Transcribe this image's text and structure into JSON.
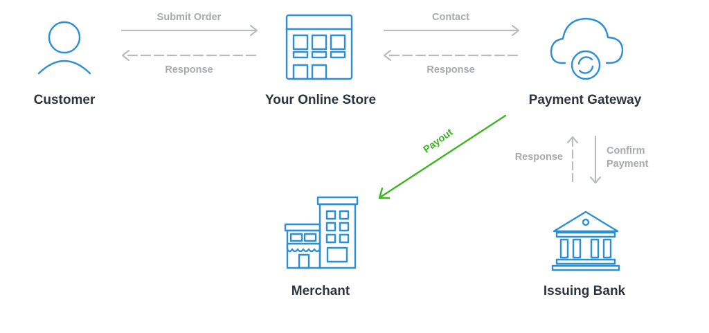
{
  "colors": {
    "icon_blue": "#2a8fd6",
    "arrow_gray": "#b9bcbf",
    "label_gray": "#a6a9ad",
    "node_text": "#2b3440",
    "payout_green": "#3cb521"
  },
  "nodes": {
    "customer": {
      "label": "Customer",
      "icon": "user-icon"
    },
    "store": {
      "label": "Your Online Store",
      "icon": "online-store-icon"
    },
    "gateway": {
      "label": "Payment Gateway",
      "icon": "cloud-sync-icon"
    },
    "merchant": {
      "label": "Merchant",
      "icon": "merchant-building-icon"
    },
    "bank": {
      "label": "Issuing Bank",
      "icon": "bank-icon"
    }
  },
  "edges": {
    "submit_order": "Submit Order",
    "response_customer": "Response",
    "contact": "Contact",
    "response_store": "Response",
    "payout": "Payout",
    "response_bank": "Response",
    "confirm_payment_line1": "Confirm",
    "confirm_payment_line2": "Payment"
  }
}
